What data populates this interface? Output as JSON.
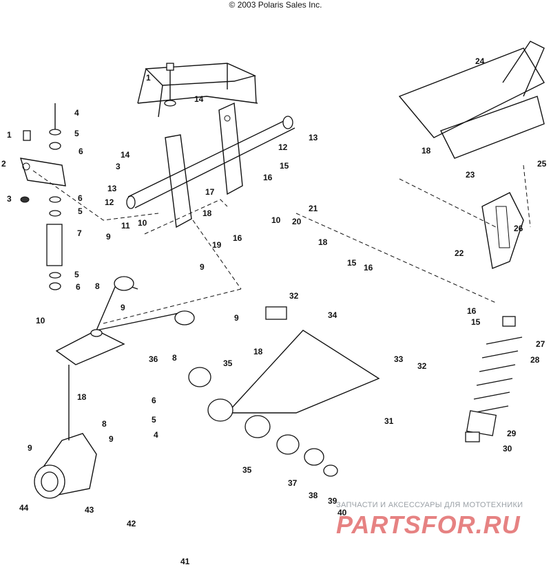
{
  "header": {
    "copyright": "© 2003 Polaris Sales Inc."
  },
  "watermark": {
    "tagline": "ЗАПЧАСТИ И АКСЕССУАРЫ ДЛЯ МОТОТЕХНИКИ",
    "brand": "PARTSFOR.RU"
  },
  "callouts": [
    "1",
    "14",
    "4",
    "5",
    "6",
    "1",
    "2",
    "3",
    "6",
    "5",
    "7",
    "5",
    "6",
    "14",
    "3",
    "13",
    "12",
    "11",
    "10",
    "18",
    "17",
    "16",
    "15",
    "12",
    "13",
    "9",
    "10",
    "19",
    "16",
    "20",
    "21",
    "18",
    "9",
    "8",
    "9",
    "10",
    "9",
    "36",
    "8",
    "18",
    "6",
    "5",
    "4",
    "8",
    "9",
    "9",
    "44",
    "43",
    "42",
    "41",
    "32",
    "34",
    "35",
    "18",
    "33",
    "32",
    "31",
    "35",
    "37",
    "38",
    "39",
    "40",
    "15",
    "16",
    "16",
    "15",
    "24",
    "18",
    "23",
    "25",
    "26",
    "22",
    "27",
    "28",
    "29",
    "30"
  ]
}
